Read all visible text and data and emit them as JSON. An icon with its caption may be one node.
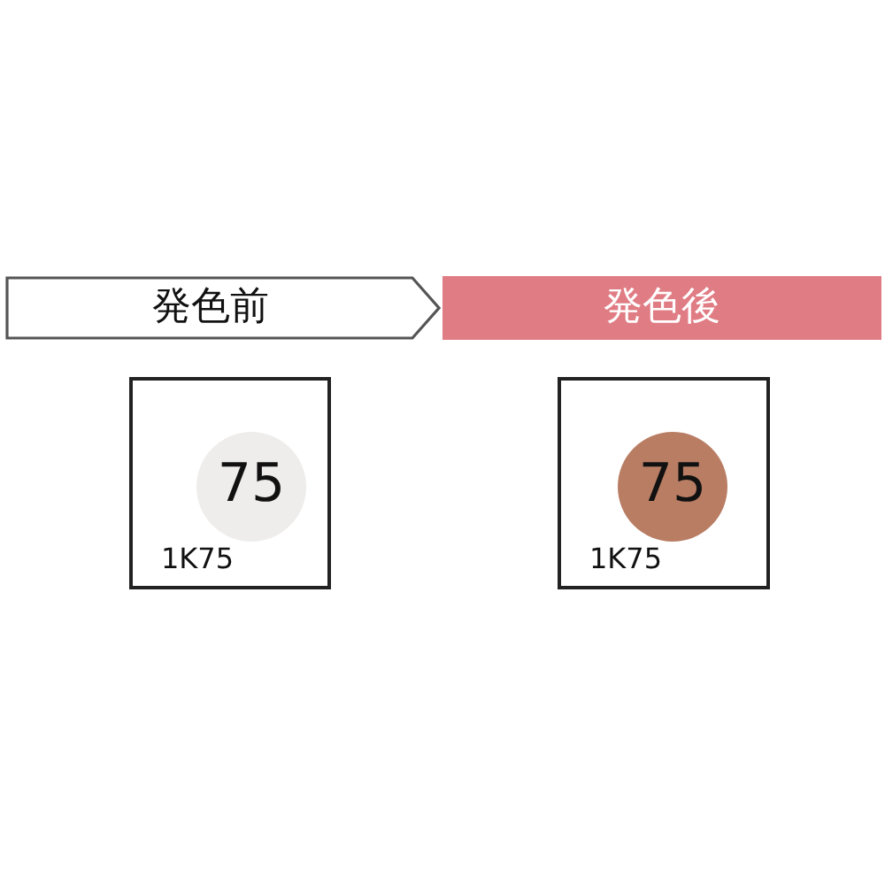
{
  "diagram": {
    "nodes": [
      {
        "text": [
          "発色前"
        ]
      },
      {
        "text": [
          "発色後"
        ]
      },
      {
        "text": [
          "1K75"
        ]
      },
      {
        "text": [
          "75"
        ],
        "in": 2
      },
      {
        "text": [
          "1K75"
        ]
      },
      {
        "text": [
          "75"
        ],
        "in": 4
      }
    ]
  }
}
